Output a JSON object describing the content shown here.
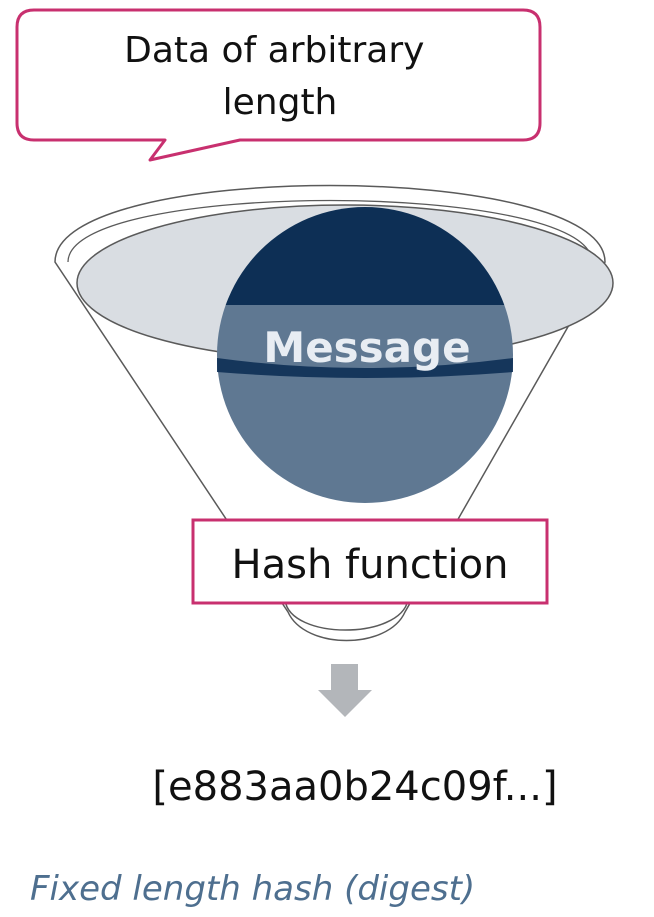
{
  "diagram": {
    "input_label": "Data of arbitrary length",
    "input_label_lines": [
      "Data of arbitrary",
      "length"
    ],
    "message_label": "Message",
    "function_label": "Hash function",
    "output_value": "[e883aa0b24c09f...]",
    "caption": "Fixed length hash (digest)"
  },
  "colors": {
    "accent": "#c8306f",
    "message_dark": "#0d2f55",
    "message_light": "#5f7892",
    "funnel_fill": "#d9dde2",
    "arrow": "#b3b6ba",
    "caption": "#4e6f8f"
  }
}
